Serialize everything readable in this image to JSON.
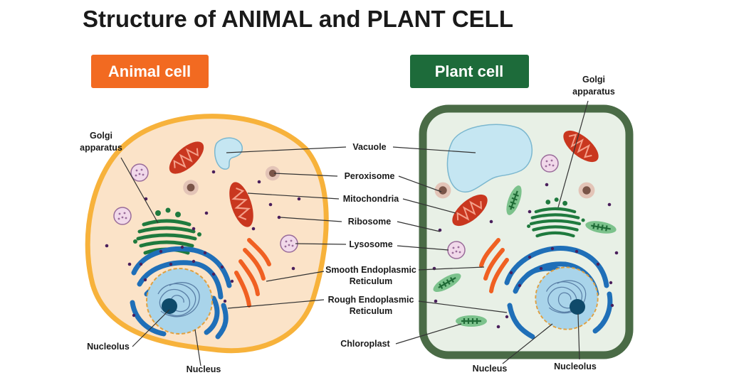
{
  "title": "Structure of ANIMAL and PLANT CELL",
  "animal_cell": {
    "badge": "Animal cell",
    "labels": {
      "golgi_1": "Golgi",
      "golgi_2": "apparatus",
      "nucleolus": "Nucleolus",
      "nucleus": "Nucleus"
    }
  },
  "plant_cell": {
    "badge": "Plant cell",
    "labels": {
      "golgi_1": "Golgi",
      "golgi_2": "apparatus",
      "nucleus": "Nucleus",
      "nucleolus": "Nucleolus"
    }
  },
  "shared_labels": {
    "vacuole": "Vacuole",
    "peroxisome": "Peroxisome",
    "mitochondria": "Mitochondria",
    "ribosome": "Ribosome",
    "lysosome": "Lysosome",
    "smooth_er_1": "Smooth Endoplasmic",
    "smooth_er_2": "Reticulum",
    "rough_er_1": "Rough Endoplasmic",
    "rough_er_2": "Reticulum",
    "chloroplast": "Chloroplast"
  },
  "colors": {
    "animal_badge": "#f26a21",
    "plant_badge": "#1d6b3a",
    "animal_membrane": "#f7b23b",
    "animal_cytoplasm": "#fbe3c8",
    "plant_wall": "#4a6b46",
    "plant_cytoplasm": "#e8f0e6",
    "vacuole": "#c5e6f2",
    "mitochondria": "#c9371f",
    "golgi": "#1f7a3e",
    "rough_er": "#1f6fb8",
    "smooth_er": "#f06022",
    "nucleus": "#a9d4ea",
    "nucleolus": "#0f4a6a",
    "ribosome": "#4a1f5c",
    "lysosome": "#f1d9ea",
    "peroxisome": "#e3c4b7",
    "chloroplast": "#7cc28c"
  }
}
